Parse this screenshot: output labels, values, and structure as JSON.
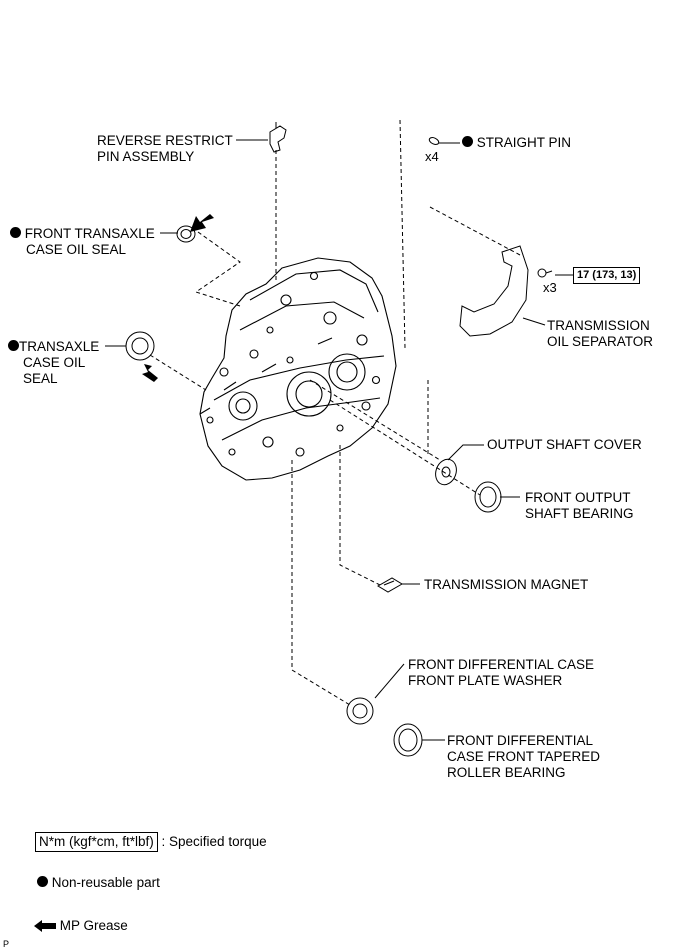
{
  "parts": {
    "reverse_restrict_pin": {
      "line1": "REVERSE RESTRICT",
      "line2": "PIN ASSEMBLY"
    },
    "straight_pin": {
      "label": "STRAIGHT PIN",
      "qty": "x4"
    },
    "front_transaxle_case_oil_seal": {
      "line1": "FRONT TRANSAXLE",
      "line2": "CASE OIL SEAL"
    },
    "transmission_oil_separator": {
      "line1": "TRANSMISSION",
      "line2": "OIL SEPARATOR",
      "bolt_qty": "x3",
      "torque": "17 (173, 13)"
    },
    "transaxle_case_oil_seal": {
      "line1": "TRANSAXLE",
      "line2": "CASE OIL",
      "line3": "SEAL"
    },
    "output_shaft_cover": {
      "label": "OUTPUT SHAFT COVER"
    },
    "front_output_shaft_bearing": {
      "line1": "FRONT OUTPUT",
      "line2": "SHAFT BEARING"
    },
    "transmission_magnet": {
      "label": "TRANSMISSION MAGNET"
    },
    "front_plate_washer": {
      "line1": "FRONT DIFFERENTIAL CASE",
      "line2": "FRONT PLATE WASHER"
    },
    "tapered_roller_bearing": {
      "line1": "FRONT DIFFERENTIAL",
      "line2": "CASE FRONT TAPERED",
      "line3": "ROLLER BEARING"
    }
  },
  "legend": {
    "torque_unit": "N*m (kgf*cm, ft*lbf)",
    "torque_text": ": Specified torque",
    "non_reusable_text": "Non-reusable part",
    "grease_text": "MP Grease"
  },
  "footer_mark": "P",
  "icons": {
    "non_reusable": "filled-circle-icon",
    "grease": "black-arrow-icon"
  }
}
